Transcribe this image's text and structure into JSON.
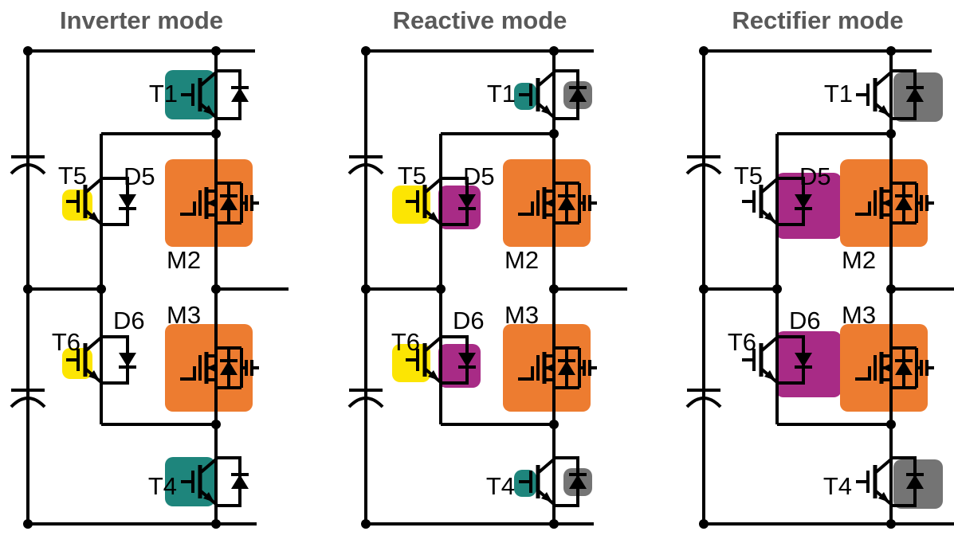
{
  "figure": {
    "background": "#ffffff",
    "line_color": "#000000",
    "title_color": "#595959"
  },
  "colors": {
    "teal": "#1E857C",
    "yellow": "#FCE503",
    "orange": "#ED7C30",
    "magenta": "#A82B86",
    "gray": "#747474"
  },
  "panels": [
    {
      "title": "Inverter mode",
      "components": {
        "T1": {
          "label": "T1",
          "type": "igbt-with-diode",
          "highlights": [
            {
              "part": "transistor",
              "size": "large",
              "color": "teal"
            }
          ]
        },
        "T5": {
          "label": "T5",
          "type": "igbt",
          "highlights": [
            {
              "part": "gate",
              "size": "small",
              "color": "yellow"
            }
          ]
        },
        "D5": {
          "label": "D5",
          "type": "diode",
          "highlights": []
        },
        "M2": {
          "label": "M2",
          "type": "mosfet",
          "highlights": [
            {
              "part": "device",
              "size": "large",
              "color": "orange"
            }
          ]
        },
        "T6": {
          "label": "T6",
          "type": "igbt",
          "highlights": [
            {
              "part": "gate",
              "size": "small",
              "color": "yellow"
            }
          ]
        },
        "D6": {
          "label": "D6",
          "type": "diode",
          "highlights": []
        },
        "M3": {
          "label": "M3",
          "type": "mosfet",
          "highlights": [
            {
              "part": "device",
              "size": "large",
              "color": "orange"
            }
          ]
        },
        "T4": {
          "label": "T4",
          "type": "igbt-with-diode",
          "highlights": [
            {
              "part": "transistor",
              "size": "large",
              "color": "teal"
            }
          ]
        }
      }
    },
    {
      "title": "Reactive mode",
      "components": {
        "T1": {
          "label": "T1",
          "type": "igbt-with-diode",
          "highlights": [
            {
              "part": "gate",
              "size": "small",
              "color": "teal"
            },
            {
              "part": "diode",
              "size": "small",
              "color": "gray"
            }
          ]
        },
        "T5": {
          "label": "T5",
          "type": "igbt",
          "highlights": [
            {
              "part": "gate",
              "size": "medium",
              "color": "yellow"
            }
          ]
        },
        "D5": {
          "label": "D5",
          "type": "diode",
          "highlights": [
            {
              "part": "diode",
              "size": "medium",
              "color": "magenta"
            }
          ]
        },
        "M2": {
          "label": "M2",
          "type": "mosfet",
          "highlights": [
            {
              "part": "device",
              "size": "large",
              "color": "orange"
            }
          ]
        },
        "T6": {
          "label": "T6",
          "type": "igbt",
          "highlights": [
            {
              "part": "gate",
              "size": "medium",
              "color": "yellow"
            }
          ]
        },
        "D6": {
          "label": "D6",
          "type": "diode",
          "highlights": [
            {
              "part": "diode",
              "size": "medium",
              "color": "magenta"
            }
          ]
        },
        "M3": {
          "label": "M3",
          "type": "mosfet",
          "highlights": [
            {
              "part": "device",
              "size": "large",
              "color": "orange"
            }
          ]
        },
        "T4": {
          "label": "T4",
          "type": "igbt-with-diode",
          "highlights": [
            {
              "part": "gate",
              "size": "small",
              "color": "teal"
            },
            {
              "part": "diode",
              "size": "small",
              "color": "gray"
            }
          ]
        }
      }
    },
    {
      "title": "Rectifier mode",
      "components": {
        "T1": {
          "label": "T1",
          "type": "igbt-with-diode",
          "highlights": [
            {
              "part": "diode",
              "size": "large",
              "color": "gray"
            }
          ]
        },
        "T5": {
          "label": "T5",
          "type": "igbt",
          "highlights": []
        },
        "D5": {
          "label": "D5",
          "type": "diode",
          "highlights": [
            {
              "part": "diode",
              "size": "large",
              "color": "magenta"
            }
          ]
        },
        "M2": {
          "label": "M2",
          "type": "mosfet",
          "highlights": [
            {
              "part": "device",
              "size": "large",
              "color": "orange"
            }
          ]
        },
        "T6": {
          "label": "T6",
          "type": "igbt",
          "highlights": []
        },
        "D6": {
          "label": "D6",
          "type": "diode",
          "highlights": [
            {
              "part": "diode",
              "size": "large",
              "color": "magenta"
            }
          ]
        },
        "M3": {
          "label": "M3",
          "type": "mosfet",
          "highlights": [
            {
              "part": "device",
              "size": "large",
              "color": "orange"
            }
          ]
        },
        "T4": {
          "label": "T4",
          "type": "igbt-with-diode",
          "highlights": [
            {
              "part": "diode",
              "size": "large",
              "color": "gray"
            }
          ]
        }
      }
    }
  ]
}
